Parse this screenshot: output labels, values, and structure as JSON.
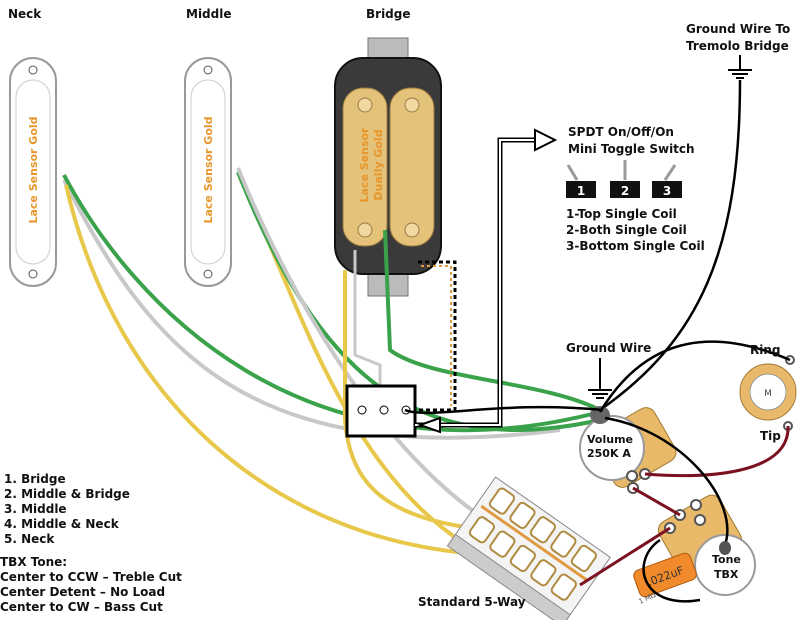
{
  "pickups": {
    "neck": {
      "label": "Neck",
      "model": "Lace Sensor Gold"
    },
    "middle": {
      "label": "Middle",
      "model": "Lace Sensor Gold"
    },
    "bridge": {
      "label": "Bridge",
      "model_line1": "Lace Sensor",
      "model_line2": "Dually Gold"
    }
  },
  "ground_tremolo": {
    "line1": "Ground Wire To",
    "line2": "Tremolo Bridge"
  },
  "toggle": {
    "title_line1": "SPDT On/Off/On",
    "title_line2": "Mini Toggle Switch",
    "positions": [
      "1",
      "2",
      "3"
    ],
    "legend": [
      "1-Top Single Coil",
      "2-Both Single Coil",
      "3-Bottom Single Coil"
    ]
  },
  "ground_wire": "Ground Wire",
  "volume": {
    "line1": "Volume",
    "line2": "250K A"
  },
  "jack": {
    "ring": "Ring",
    "tip": "Tip",
    "center": "M"
  },
  "tone": {
    "line1": "Tone",
    "line2": "TBX",
    "capacitor": ".022uF",
    "resistor": "1 MΩ"
  },
  "switch_5way": "Standard 5-Way",
  "positions_list": [
    "1. Bridge",
    "2. Middle & Bridge",
    "3. Middle",
    "4. Middle & Neck",
    "5. Neck"
  ],
  "tbx": {
    "title": "TBX Tone:",
    "lines": [
      "Center to CCW – Treble Cut",
      "Center Detent – No Load",
      "Center to CW – Bass Cut"
    ]
  },
  "colors": {
    "yellow_wire": "#e8c84a",
    "green_wire": "#3aa24a",
    "gray_wire": "#c8c8c8",
    "red_wire": "#7a1020",
    "pot_body": "#e9b96a",
    "pickup_gold": "#e4c27a"
  }
}
